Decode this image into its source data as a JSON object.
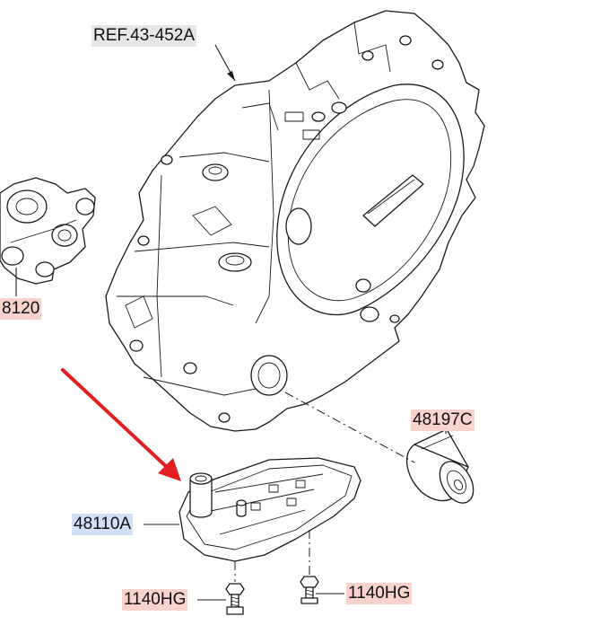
{
  "labels": {
    "ref_housing": "REF.43-452A",
    "solenoid_part": "8120",
    "filter_part": "48197C",
    "oil_filter_part": "48110A",
    "bolt_left": "1140HG",
    "bolt_right": "1140HG"
  },
  "colors": {
    "arrow": "#e02020",
    "ref_highlight": "#e6e6e6",
    "part_highlight": "#f9d2cc",
    "selected_highlight": "#cfe0f7"
  },
  "icons": {
    "pointer": "red-arrow-icon"
  }
}
